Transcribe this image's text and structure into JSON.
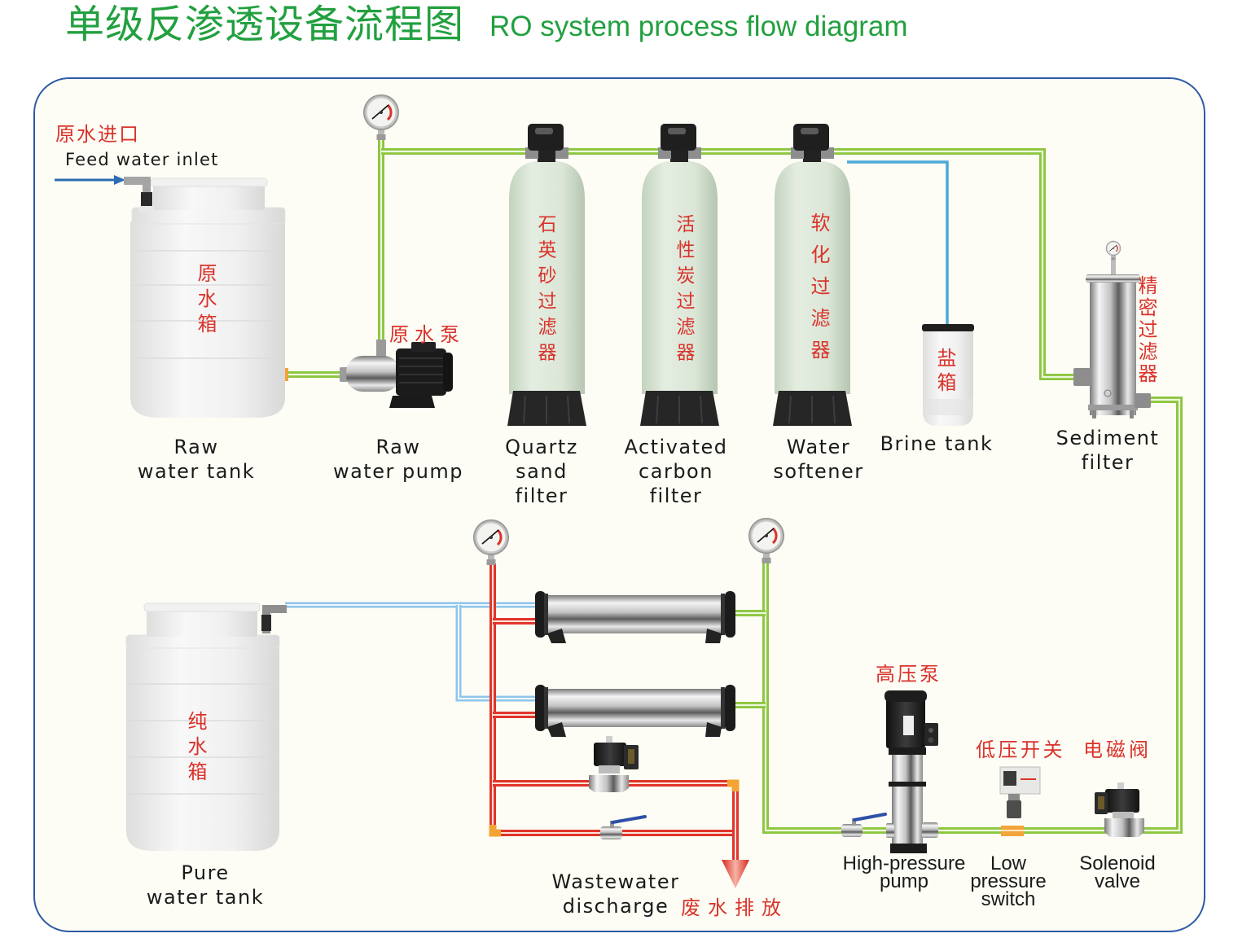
{
  "title": {
    "zh": "单级反渗透设备流程图",
    "en": "RO system process flow diagram"
  },
  "feed_inlet": {
    "zh": "原水进口",
    "en": "Feed water inlet"
  },
  "components": {
    "raw_water_tank": {
      "zh": "原水箱",
      "en": [
        "Raw",
        "water tank"
      ]
    },
    "raw_water_pump": {
      "zh": "原水泵",
      "en": [
        "Raw",
        "water pump"
      ]
    },
    "quartz_sand_filter": {
      "zh": "石英砂过滤器",
      "en": [
        "Quartz",
        "sand",
        "filter"
      ]
    },
    "activated_carbon_filter": {
      "zh": "活性炭过滤器",
      "en": [
        "Activated",
        "carbon",
        "filter"
      ]
    },
    "water_softener": {
      "zh": "软化过滤器",
      "en": [
        "Water",
        "softener"
      ]
    },
    "brine_tank": {
      "zh": "盐箱",
      "en": [
        "Brine tank"
      ]
    },
    "sediment_filter": {
      "zh": "精密过滤器",
      "en": [
        "Sediment",
        "filter"
      ]
    },
    "high_pressure_pump": {
      "zh": "高压泵",
      "en": [
        "High-pressure",
        "pump"
      ]
    },
    "low_pressure_switch": {
      "zh": "低压开关",
      "en": [
        "Low",
        "pressure",
        "switch"
      ]
    },
    "solenoid_valve": {
      "zh": "电磁阀",
      "en": [
        "Solenoid",
        "valve"
      ]
    },
    "pure_water_tank": {
      "zh": "纯水箱",
      "en": [
        "Pure",
        "water tank"
      ]
    },
    "wastewater_discharge": {
      "zh": "废水排放",
      "en": [
        "Wastewater",
        "discharge"
      ]
    },
    "ro_membranes": {
      "count": 2
    },
    "pressure_gauges": {
      "count": 4
    }
  },
  "connections": [
    {
      "from": "feed_inlet",
      "to": "raw_water_tank",
      "line": "feed"
    },
    {
      "from": "raw_water_tank",
      "to": "raw_water_pump",
      "line": "feed"
    },
    {
      "from": "raw_water_pump",
      "to": "quartz_sand_filter",
      "line": "feed"
    },
    {
      "from": "quartz_sand_filter",
      "to": "activated_carbon_filter",
      "line": "feed"
    },
    {
      "from": "activated_carbon_filter",
      "to": "water_softener",
      "line": "feed"
    },
    {
      "from": "water_softener",
      "to": "brine_tank",
      "line": "brine"
    },
    {
      "from": "water_softener",
      "to": "sediment_filter",
      "line": "feed"
    },
    {
      "from": "sediment_filter",
      "to": "solenoid_valve",
      "line": "feed"
    },
    {
      "from": "solenoid_valve",
      "to": "low_pressure_switch",
      "line": "feed"
    },
    {
      "from": "low_pressure_switch",
      "to": "high_pressure_pump",
      "line": "feed"
    },
    {
      "from": "high_pressure_pump",
      "to": "ro_membranes",
      "line": "feed"
    },
    {
      "from": "ro_membranes",
      "to": "pure_water_tank",
      "line": "permeate"
    },
    {
      "from": "ro_membranes",
      "to": "wastewater_discharge",
      "line": "concentrate"
    }
  ],
  "colors": {
    "title": "#22a03f",
    "label_zh": "#d9332b",
    "label_en": "#1a1a1a",
    "frame": "#2d5ba6",
    "feed_pipe": "#8dc63f",
    "pure_pipe": "#8ec5ea",
    "waste_pipe": "#e0352b",
    "brine_line": "#4aa9d8",
    "background": "#fdfdf5",
    "fitting": "#f4a433",
    "valve_handle": "#2d4fa8"
  }
}
